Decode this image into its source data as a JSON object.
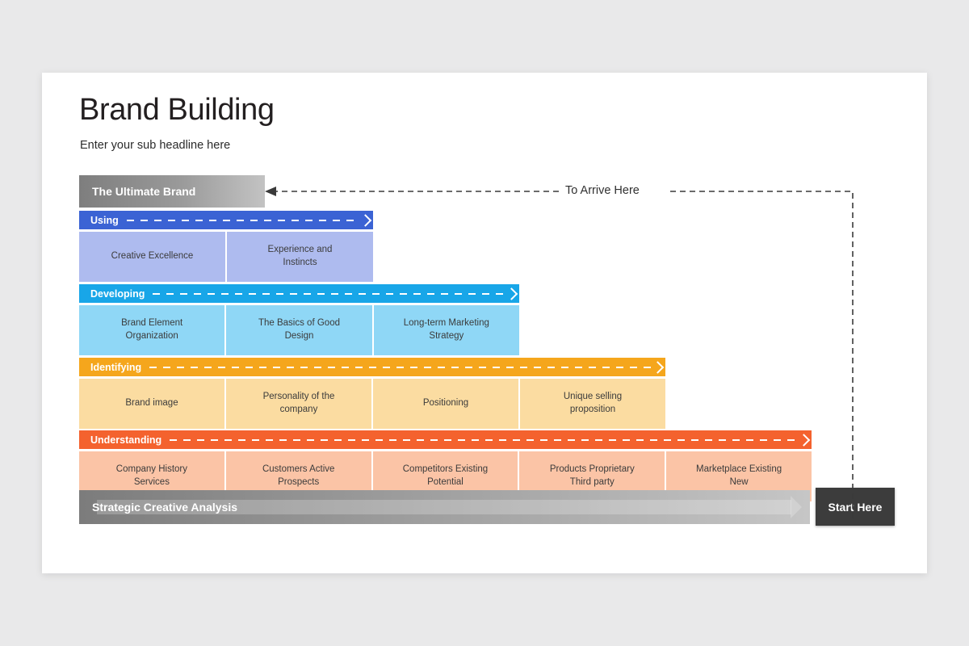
{
  "slide": {
    "title": "Brand Building",
    "subtitle": "Enter your sub headline here"
  },
  "colors": {
    "background": "#e9e9ea",
    "card": "#ffffff",
    "using_bar": "#3b63d4",
    "using_cell": "#aebbef",
    "developing_bar": "#18a6e8",
    "developing_cell": "#8fd7f6",
    "identifying_bar": "#f5a61c",
    "identifying_cell": "#fbdca1",
    "understanding_bar": "#f4622e",
    "understanding_cell": "#fbc4a6",
    "gray_bar_dark": "#7c7c7c",
    "gray_bar_light": "#c6c6c6",
    "start_here": "#3c3c3c"
  },
  "diagram": {
    "top_bar_label": "The Ultimate Brand",
    "bottom_bar_label": "Strategic Creative Analysis",
    "start_here_label": "Start Here",
    "arrive_here_label": "To Arrive Here",
    "tiers": [
      {
        "key": "using",
        "label": "Using",
        "cells": [
          "Creative Excellence",
          "Experience and\nInstincts"
        ]
      },
      {
        "key": "developing",
        "label": "Developing",
        "cells": [
          "Brand Element\nOrganization",
          "The Basics of Good\nDesign",
          "Long-term Marketing\nStrategy"
        ]
      },
      {
        "key": "identifying",
        "label": "Identifying",
        "cells": [
          "Brand image",
          "Personality of the\ncompany",
          "Positioning",
          "Unique selling\nproposition"
        ]
      },
      {
        "key": "understanding",
        "label": "Understanding",
        "cells": [
          "Company History\nServices",
          "Customers Active\nProspects",
          "Competitors Existing\nPotential",
          "Products Proprietary\nThird party",
          "Marketplace Existing\nNew"
        ]
      }
    ]
  }
}
